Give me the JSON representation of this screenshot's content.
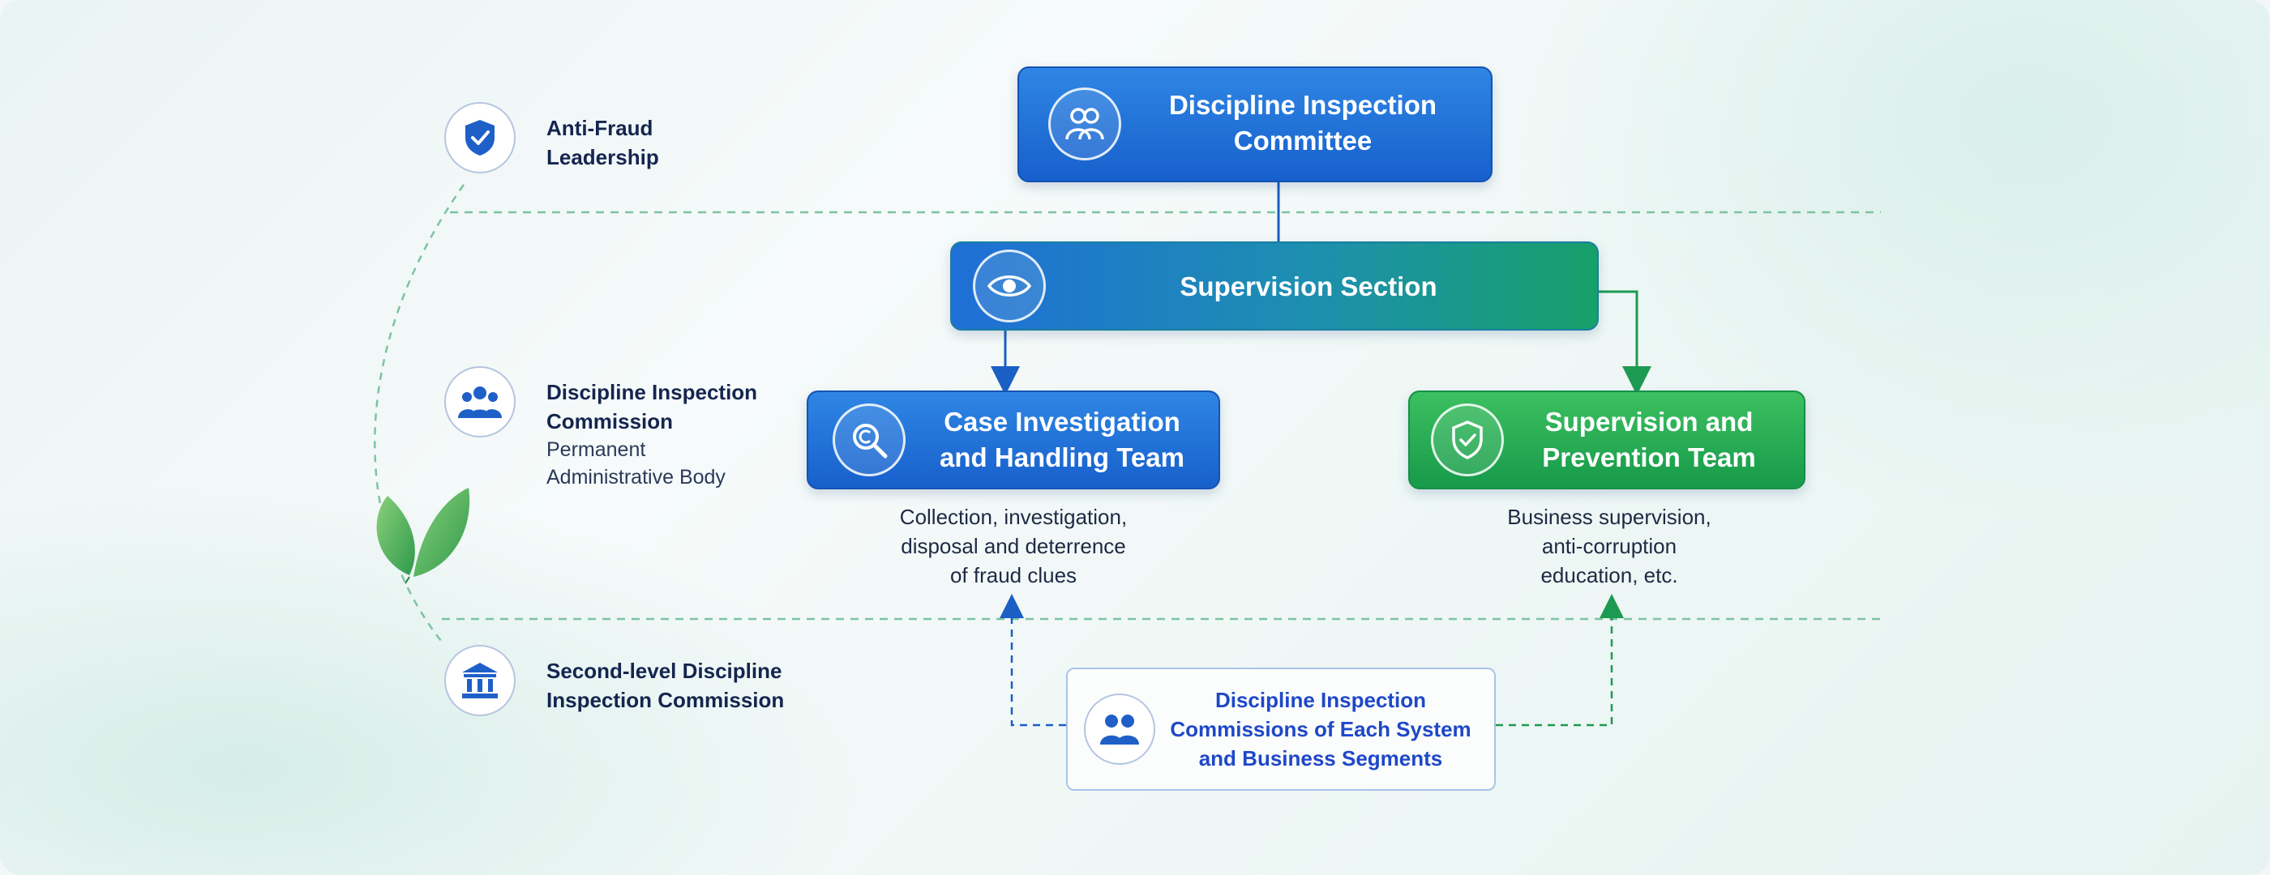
{
  "sidebar": {
    "items": [
      {
        "title": "Anti-Fraud\nLeadership",
        "subtitle": "",
        "icon": "shield-check-icon"
      },
      {
        "title": "Discipline Inspection\nCommission",
        "subtitle": "Permanent\nAdministrative Body",
        "icon": "people-group-icon"
      },
      {
        "title": "Second-level Discipline\nInspection Commission",
        "subtitle": "",
        "icon": "bank-building-icon"
      }
    ]
  },
  "nodes": {
    "committee": {
      "label": "Discipline Inspection\nCommittee",
      "icon": "people-icon"
    },
    "supervision_section": {
      "label": "Supervision Section",
      "icon": "eye-icon"
    },
    "case_team": {
      "label": "Case Investigation\nand Handling Team",
      "icon": "search-icon",
      "description": "Collection, investigation,\ndisposal and deterrence\nof fraud clues"
    },
    "prevention_team": {
      "label": "Supervision and\nPrevention Team",
      "icon": "shield-check-icon",
      "description": "Business supervision,\nanti-corruption\neducation, etc."
    },
    "segments": {
      "label": "Discipline Inspection\nCommissions of Each System\nand Business Segments",
      "icon": "people-group-icon"
    }
  },
  "colors": {
    "blue": "#1760cc",
    "green": "#179a4a",
    "dashed_divider": "#7cc4a0",
    "segment_text": "#1e48c8"
  }
}
